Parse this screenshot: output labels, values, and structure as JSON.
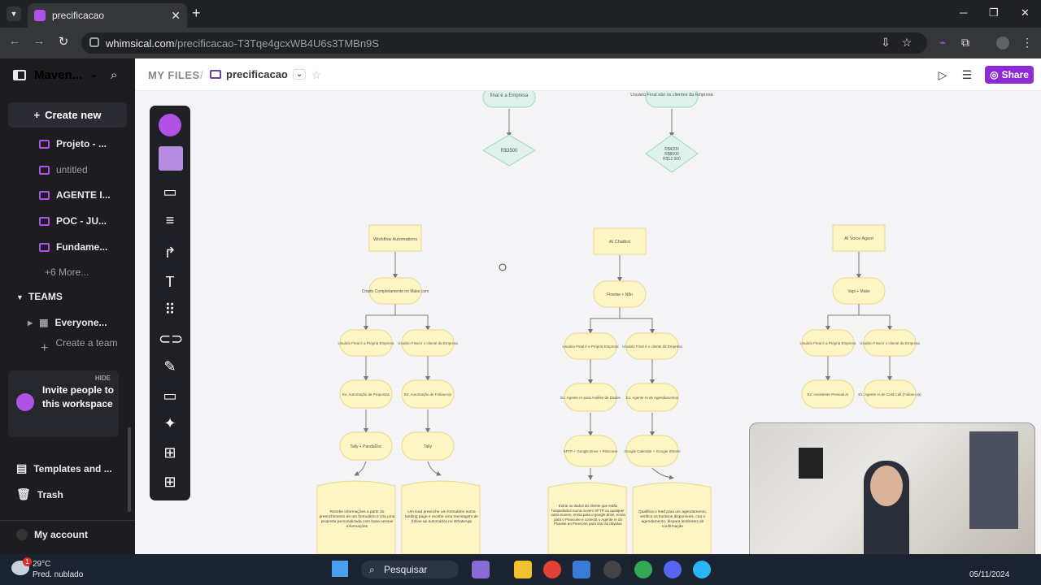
{
  "browser": {
    "tab_title": "precificacao",
    "url_host": "whimsical.com",
    "url_path": "/precificacao-T3Tqe4gcxWB4U6s3TMBn9S"
  },
  "sidebar": {
    "workspace": "Maven...",
    "create_new": "Create new",
    "files": [
      {
        "label": "Projeto - ..."
      },
      {
        "label": "untitled"
      },
      {
        "label": "AGENTE I..."
      },
      {
        "label": "POC - JU..."
      },
      {
        "label": "Fundame..."
      }
    ],
    "more": "+6 More...",
    "teams_header": "TEAMS",
    "team": "Everyone...",
    "create_team": "Create a team",
    "invite": {
      "hide": "HIDE",
      "text": "Invite people to this workspace"
    },
    "templates": "Templates and ...",
    "trash": "Trash",
    "account": "My account"
  },
  "header": {
    "breadcrumb_root": "MY FILES",
    "breadcrumb_sep": "/",
    "doc_title": "precificacao",
    "share": "Share"
  },
  "flowchart": {
    "top_left_cloud": "final é a Empresa",
    "top_left_price": "R$3500",
    "top_right_cloud": "Usuário Final são os clientes da Empresa",
    "top_right_price": "R$4200\nR$8000\nR$12.500",
    "col1": {
      "head": "Workflow Automations",
      "tool": "Criado Completamente no Make.com",
      "a1": "Usuário Final é a Própria Empresa",
      "a2": "Usuário Final é o cliente da Empresa",
      "b1": "Ex: Automação de Propostas",
      "b2": "Ex: Automação de Follow-Up",
      "c1": "Tally + PandaDoc",
      "c2": "Tally",
      "d1": "Recebe informações a partir do preenchimento de um formulário e cria uma proposta personalizada com base nessas informações",
      "d2": "Um lead preenche um formulário numa landing page e recebe uma mensagem de follow-up automática no WhatsApp"
    },
    "col2": {
      "head": "AI Chatbot",
      "tool": "Flowise + N8n",
      "a1": "Usuário Final é a Própria Empresa",
      "a2": "Usuário Final é o cliente da Empresa",
      "b1": "Ex: Agente IA para Análise de Dados",
      "b2": "Ex: Agente IA de Agendamentos",
      "c1": "SFTP + Google Drive + Pinecone",
      "c2": "Google Calendar + Google Sheets",
      "d1": "Extrai os dados do cliente que estão hospedados numa nuvem SFTP ou qualquer outra nuvem, envia para o google drive, envia para o Pinecone e conecta o Agente IA do Flowise ao Pinecone para tirar as dúvidas",
      "d2": "Qualifica o lead para um agendamento, verifica os horários disponíveis, cria o agendamento, dispara lembretes de confirmação"
    },
    "col3": {
      "head": "AI Voice Agent",
      "tool": "Vapi + Make",
      "a1": "Usuário Final é a Própria Empresa",
      "a2": "Usuário Final é o cliente da Empresa",
      "b1": "Ex: Assistente Pessoal AI",
      "b2": "Ex: Agente IA de Cold Call (Follow-Up)"
    }
  },
  "taskbar": {
    "temp": "29°C",
    "weather": "Pred. nublado",
    "search": "Pesquisar",
    "date": "05/11/2024",
    "badge": "1"
  },
  "colors": {
    "accent": "#8c2bd6",
    "node_fill": "#fdf5c4",
    "node_stroke": "#e8d98a",
    "cloud_fill": "#dff3ec"
  }
}
